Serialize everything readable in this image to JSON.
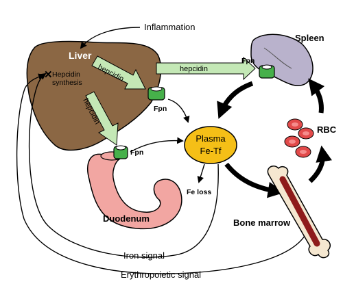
{
  "labels": {
    "inflammation": "Inflammation",
    "liver": "Liver",
    "hepcidin_synthesis_line1": "Hepcidin",
    "hepcidin_synthesis_line2": "synthesis",
    "hepcidin_arrow_1": "hepcidin",
    "hepcidin_arrow_2": "hepcidin",
    "hepcidin_arrow_3": "hepcidin",
    "fpn_liver": "Fpn",
    "fpn_spleen": "Fpn",
    "fpn_duodenum": "Fpn",
    "spleen": "Spleen",
    "plasma_line1": "Plasma",
    "plasma_line2": "Fe-Tf",
    "rbc": "RBC",
    "fe_loss": "Fe loss",
    "duodenum": "Duodenum",
    "bone_marrow": "Bone marrow",
    "iron_signal": "Iron signal",
    "erythropoietic_signal": "Erythropoietic signal",
    "inhibit_mark": "✕"
  },
  "colors": {
    "liver": "#8b6744",
    "spleen": "#b9b2cc",
    "duodenum": "#f2a6a2",
    "plasma": "#f5bf17",
    "fpn": "#46b04a",
    "hepcidin_arrow": "#c4e8b6",
    "rbc": "#e24a4a",
    "bone": "#f5e7d0",
    "marrow": "#8e1b1b"
  }
}
